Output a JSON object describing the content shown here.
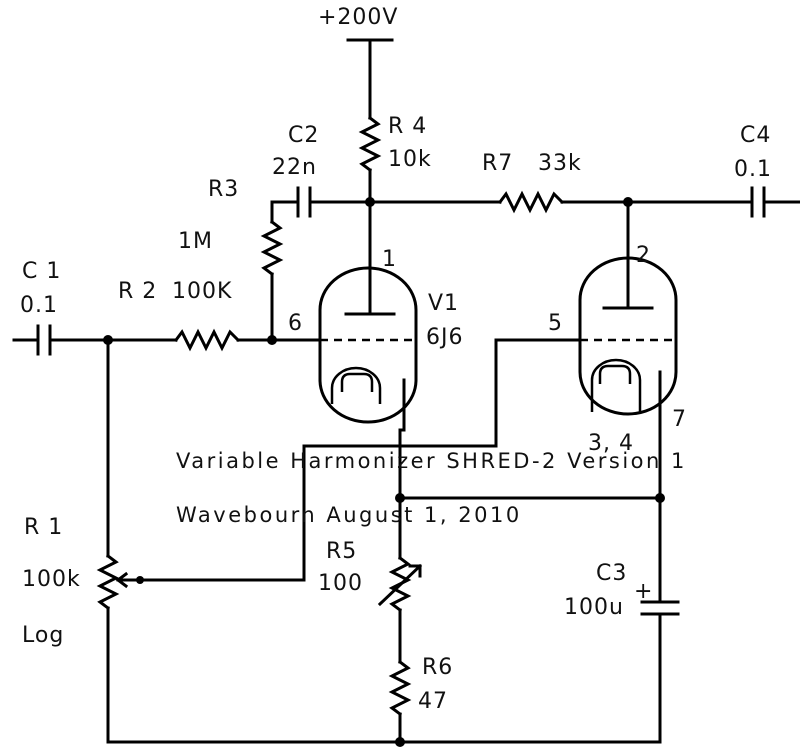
{
  "supply": {
    "label": "+200V"
  },
  "components": {
    "c1": {
      "name": "C 1",
      "value": "0.1"
    },
    "c2": {
      "name": "C2",
      "value": "22n"
    },
    "c3": {
      "name": "C3",
      "value": "100u",
      "polarity": "+"
    },
    "c4": {
      "name": "C4",
      "value": "0.1"
    },
    "r1": {
      "name": "R 1",
      "value": "100k",
      "taper": "Log"
    },
    "r2": {
      "name": "R 2",
      "value": "100K"
    },
    "r3": {
      "name": "R3",
      "value": "1M"
    },
    "r4": {
      "name": "R 4",
      "value": "10k"
    },
    "r5": {
      "name": "R5",
      "value": "100"
    },
    "r6": {
      "name": "R6",
      "value": "47"
    },
    "r7": {
      "name": "R7",
      "value": "33k"
    },
    "v1": {
      "name": "V1",
      "value": "6J6"
    }
  },
  "pins": {
    "p1": "1",
    "p2": "2",
    "p5": "5",
    "p6": "6",
    "p7": "7",
    "p34": "3, 4"
  },
  "title": {
    "line1": "Variable Harmonizer SHRED-2 Version 1",
    "line2": "Wavebourn August 1, 2010"
  }
}
